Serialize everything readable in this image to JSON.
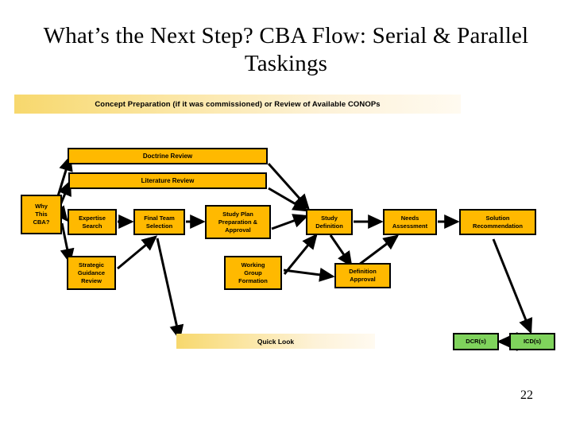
{
  "slide": {
    "title": "What’s the Next Step?  CBA Flow:  Serial & Parallel Taskings",
    "page_number": "22",
    "colors": {
      "process_fill": "#FFB900",
      "output_fill": "#7FD35C",
      "banner_gradient_start": "#F7D86D",
      "banner_gradient_end": "#FFFAF0",
      "border": "#000000",
      "background": "#FFFFFF"
    }
  },
  "banners": {
    "top": "Concept Preparation (if it was commissioned) or Review of Available CONOPs",
    "quick_look": "Quick Look"
  },
  "nodes": [
    {
      "id": "doctrine-review",
      "label": "Doctrine Review"
    },
    {
      "id": "literature-review",
      "label": "Literature Review"
    },
    {
      "id": "why-this-cba",
      "label": "Why\nThis\nCBA?"
    },
    {
      "id": "expertise-search",
      "label": "Expertise\nSearch"
    },
    {
      "id": "final-team-selection",
      "label": "Final Team\nSelection"
    },
    {
      "id": "study-plan-preparation",
      "label": "Study Plan\nPreparation &\nApproval"
    },
    {
      "id": "study-definition",
      "label": "Study\nDefinition"
    },
    {
      "id": "needs-assessment",
      "label": "Needs\nAssessment"
    },
    {
      "id": "solution-recommendation",
      "label": "Solution\nRecommendation"
    },
    {
      "id": "strategic-guidance-review",
      "label": "Strategic\nGuidance\nReview"
    },
    {
      "id": "working-group-formation",
      "label": "Working\nGroup\nFormation"
    },
    {
      "id": "definition-approval",
      "label": "Definition\nApproval"
    },
    {
      "id": "dcrs",
      "label": "DCR(s)"
    },
    {
      "id": "icds",
      "label": "ICD(s)"
    }
  ],
  "node_labels": {
    "doctrine_review": "Doctrine Review",
    "literature_review": "Literature Review",
    "why_this_cba": "Why This CBA?",
    "expertise_search": "Expertise Search",
    "final_team_selection": "Final Team Selection",
    "study_plan_preparation": "Study Plan Preparation & Approval",
    "study_definition": "Study Definition",
    "needs_assessment": "Needs Assessment",
    "solution_recommendation": "Solution Recommendation",
    "strategic_guidance_review": "Strategic Guidance Review",
    "working_group_formation": "Working Group Formation",
    "definition_approval": "Definition Approval",
    "dcrs": "DCR(s)",
    "icds": "ICD(s)"
  },
  "node_lines": {
    "why_this_cba": [
      "Why",
      "This",
      "CBA?"
    ],
    "expertise_search": [
      "Expertise",
      "Search"
    ],
    "final_team_selection": [
      "Final Team",
      "Selection"
    ],
    "study_plan_preparation": [
      "Study Plan",
      "Preparation &",
      "Approval"
    ],
    "study_definition": [
      "Study",
      "Definition"
    ],
    "needs_assessment": [
      "Needs",
      "Assessment"
    ],
    "solution_recommendation": [
      "Solution",
      "Recommendation"
    ],
    "strategic_guidance_review": [
      "Strategic",
      "Guidance",
      "Review"
    ],
    "working_group_formation": [
      "Working",
      "Group",
      "Formation"
    ],
    "definition_approval": [
      "Definition",
      "Approval"
    ]
  }
}
